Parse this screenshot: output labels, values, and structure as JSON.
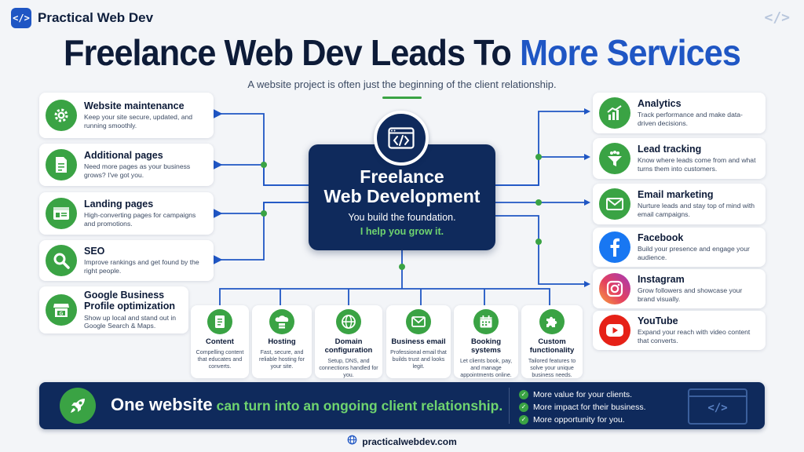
{
  "brand": {
    "logo": "</>",
    "name": "Practical Web Dev",
    "corner_code": "</>"
  },
  "title": {
    "part1": "Freelance Web Dev Leads To ",
    "part2": "More Services"
  },
  "subtitle": "A website project is often just the beginning of the client relationship.",
  "center": {
    "title1": "Freelance",
    "title2": "Web Development",
    "sub1": "You build the foundation.",
    "sub2": "I help you grow it.",
    "badge_icon": "code-window-icon"
  },
  "left_services": [
    {
      "title": "Website maintenance",
      "desc": "Keep your site secure, updated, and running smoothly.",
      "icon": "gear-icon"
    },
    {
      "title": "Additional pages",
      "desc": "Need more pages as your business grows? I've got you.",
      "icon": "document-icon"
    },
    {
      "title": "Landing pages",
      "desc": "High-converting pages for campaigns and promotions.",
      "icon": "landing-page-icon"
    },
    {
      "title": "SEO",
      "desc": "Improve rankings and get found by the right people.",
      "icon": "magnifier-icon"
    },
    {
      "title": "Google Business Profile optimization",
      "desc": "Show up local and stand out in Google Search & Maps.",
      "icon": "storefront-icon"
    }
  ],
  "right_services": [
    {
      "title": "Analytics",
      "desc": "Track performance and make data-driven decisions.",
      "icon": "chart-icon"
    },
    {
      "title": "Lead tracking",
      "desc": "Know where leads come from and what turns them into customers.",
      "icon": "funnel-icon"
    },
    {
      "title": "Email marketing",
      "desc": "Nurture leads and stay top of mind with email campaigns.",
      "icon": "envelope-icon"
    },
    {
      "title": "Facebook",
      "desc": "Build your presence and engage your audience.",
      "icon": "facebook-icon"
    },
    {
      "title": "Instagram",
      "desc": "Grow followers and showcase your brand visually.",
      "icon": "instagram-icon"
    },
    {
      "title": "YouTube",
      "desc": "Expand your reach with video content that converts.",
      "icon": "youtube-icon"
    }
  ],
  "bottom_services": [
    {
      "title": "Content",
      "desc": "Compelling content that educates and converts.",
      "icon": "content-doc-icon"
    },
    {
      "title": "Hosting",
      "desc": "Fast, secure, and reliable hosting for your site.",
      "icon": "cloud-server-icon"
    },
    {
      "title": "Domain configuration",
      "desc": "Setup, DNS, and connections handled for you.",
      "icon": "globe-icon"
    },
    {
      "title": "Business email",
      "desc": "Professional email that builds trust and looks legit.",
      "icon": "envelope-icon"
    },
    {
      "title": "Booking systems",
      "desc": "Let clients book, pay, and manage appointments online.",
      "icon": "calendar-icon"
    },
    {
      "title": "Custom functionality",
      "desc": "Tailored features to solve your unique business needs.",
      "icon": "puzzle-icon"
    }
  ],
  "banner": {
    "main": "One website",
    "highlight": "can turn into an ongoing client relationship.",
    "points": [
      "More value for your clients.",
      "More impact for their business.",
      "More opportunity for you."
    ],
    "code": "</>"
  },
  "footer": {
    "url": "practicalwebdev.com"
  },
  "colors": {
    "navy": "#0f2a5c",
    "blue": "#1f56c4",
    "green": "#3aa344",
    "light_green": "#6fd46f"
  }
}
